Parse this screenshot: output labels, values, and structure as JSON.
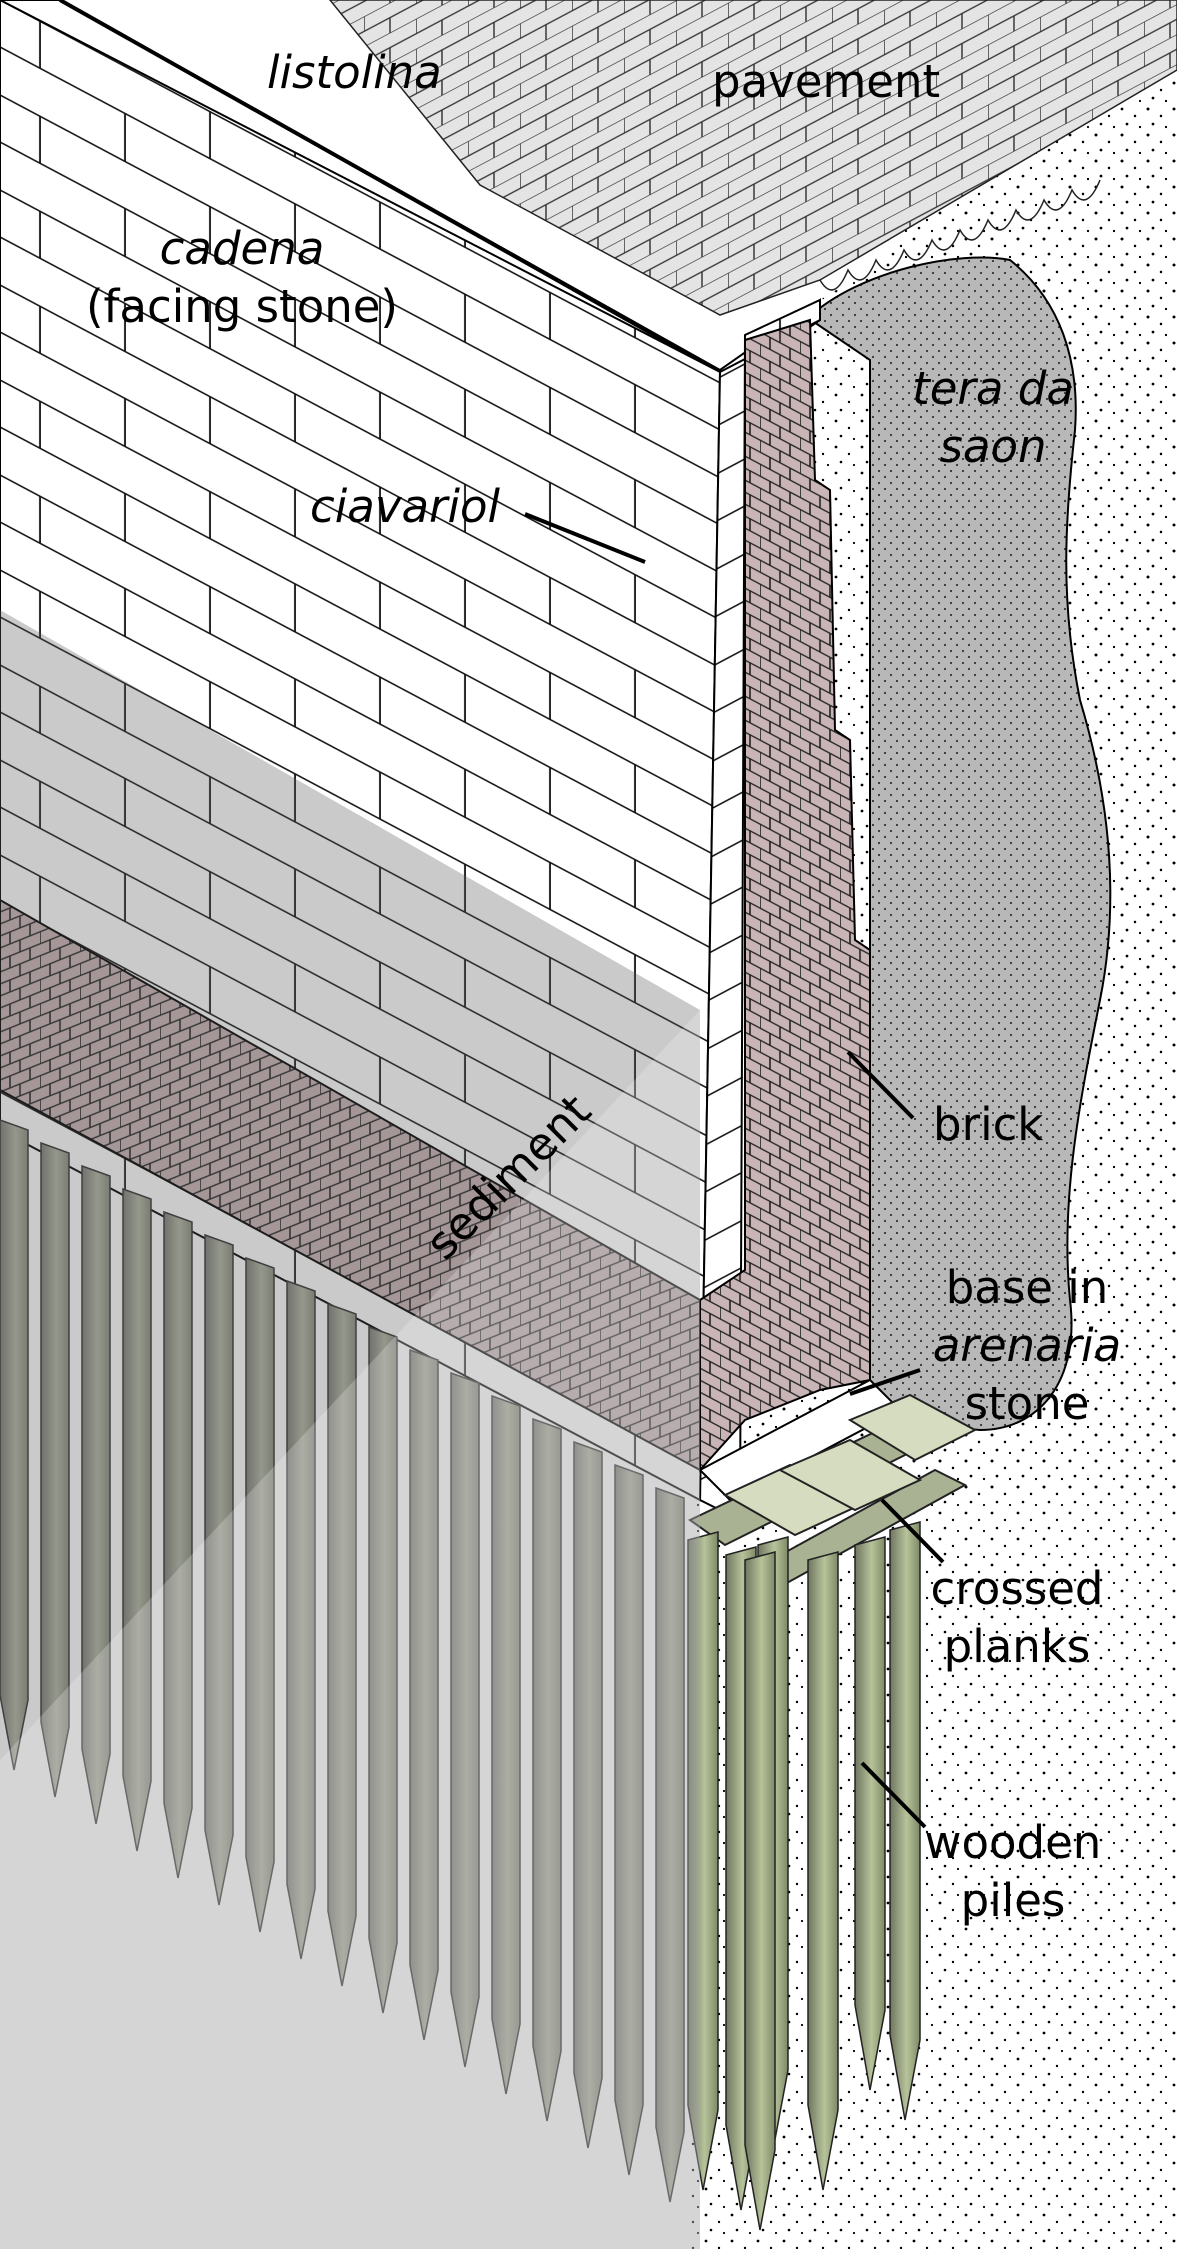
{
  "labels": {
    "listolina": "listolina",
    "pavement": "pavement",
    "cadena_line1": "cadena",
    "cadena_line2": "(facing stone)",
    "tera_line1": "tera da",
    "tera_line2": "saon",
    "ciavariol": "ciavariol",
    "sediment": "sediment",
    "brick": "brick",
    "base_line1": "base in",
    "base_line2": "arenaria",
    "base_line3": "stone",
    "planks_line1": "crossed",
    "planks_line2": "planks",
    "piles_line1": "wooden",
    "piles_line2": "piles"
  },
  "colors": {
    "soil": "#ffffff",
    "soil_dots": "#000000",
    "tera_fill": "#b8b8b8",
    "brick_fill": "#c9b4b6",
    "stone_fill": "#ffffff",
    "pavement_fill": "#e4e4e4",
    "pile_light": "#b7c39a",
    "pile_dark": "#6f7560",
    "plank_fill": "#d5dcbf",
    "sediment_overlay": "#5a5a5a"
  }
}
